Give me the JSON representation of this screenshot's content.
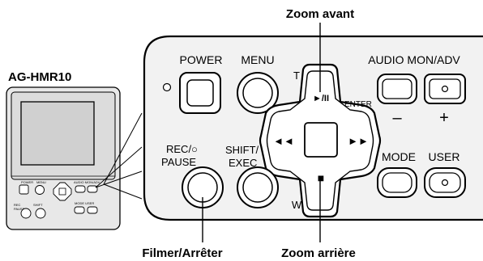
{
  "callouts": {
    "zoom_in": "Zoom avant",
    "zoom_out": "Zoom arrière",
    "record": "Filmer/Arrêter"
  },
  "device": {
    "model": "AG-HMR10",
    "mini_labels": {
      "power": "POWER",
      "menu": "MENU",
      "audio": "AUDIO MON/ADV",
      "rec": "REC",
      "pause": "PAUSE",
      "shift": "SHIFT",
      "mode_user": "MODE USER"
    }
  },
  "panel": {
    "power": "POWER",
    "menu": "MENU",
    "tele": "T",
    "wide": "W",
    "play_pause": "►/II",
    "enter": "ENTER",
    "audio_mon_adv": "AUDIO MON/ADV",
    "minus": "–",
    "plus": "+",
    "rec": "REC/○",
    "pause": "PAUSE",
    "shift": "SHIFT/",
    "exec": "EXEC",
    "mode": "MODE",
    "user": "USER",
    "rewind": "◄◄",
    "fast_forward": "►►",
    "stop": "■"
  },
  "colors": {
    "panel_fill": "#f2f2f2",
    "stroke": "#000000",
    "device_fill": "#e8e8e8"
  }
}
